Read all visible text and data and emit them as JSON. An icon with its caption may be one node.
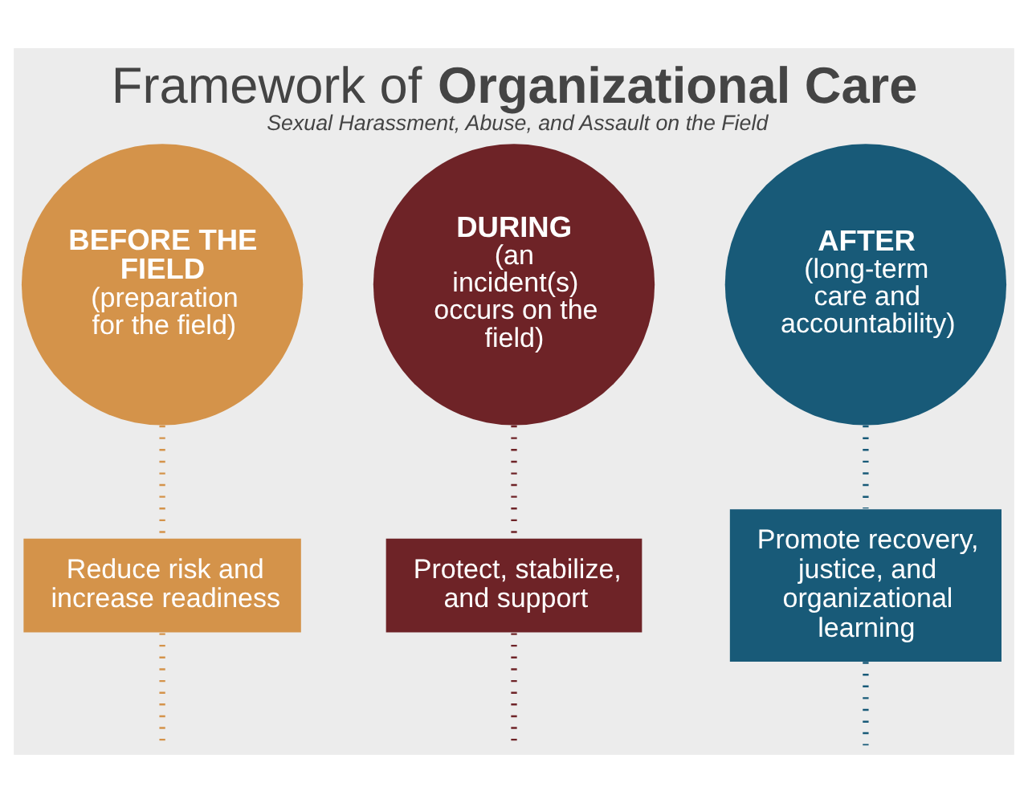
{
  "diagram": {
    "title": "Framework of **Organizational Care**",
    "caption": "Sexual Harassment, Abuse, and Assault on the Field",
    "nodes": [
      {
        "text": [
          "BEFORE THE FIELD",
          "(preparation for the field)"
        ]
      },
      {
        "text": [
          "DURING",
          "(an incident(s) occurs on the field)"
        ]
      },
      {
        "text": [
          "AFTER",
          "(long-term care and accountability)"
        ]
      },
      {
        "text": [
          "Reduce risk and increase readiness"
        ]
      },
      {
        "text": [
          "Protect, stabilize, and support"
        ]
      },
      {
        "text": [
          "Promote recovery, justice, and organizational learning"
        ]
      }
    ],
    "edges": [
      {
        "from": 0,
        "to": 3,
        "arrow": "none",
        "style": "dashed",
        "color": "#d4934a"
      },
      {
        "from": 1,
        "to": 4,
        "arrow": "none",
        "style": "dashed",
        "color": "#6e2327"
      },
      {
        "from": 2,
        "to": 5,
        "arrow": "none",
        "style": "dashed",
        "color": "#185a78"
      },
      {
        "from": 3,
        "to": null,
        "arrow": "none",
        "style": "dashed",
        "color": "#d4934a"
      },
      {
        "from": 4,
        "to": null,
        "arrow": "none",
        "style": "dashed",
        "color": "#6e2327"
      },
      {
        "from": 5,
        "to": null,
        "arrow": "none",
        "style": "dashed",
        "color": "#185a78"
      }
    ]
  }
}
